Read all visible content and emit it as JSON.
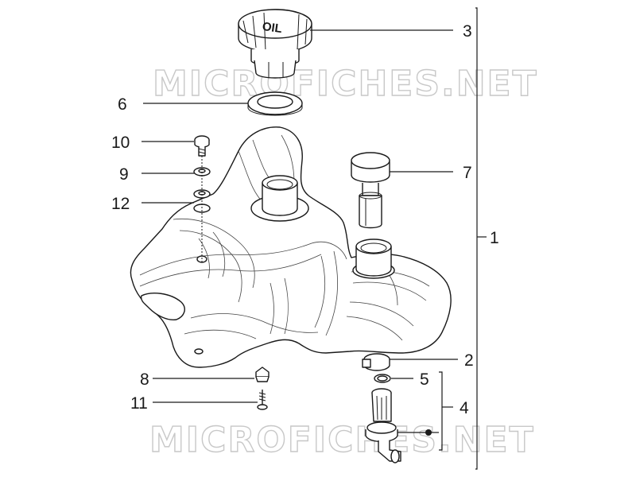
{
  "watermark": "MICROFICHES.NET",
  "cap_text": "OIL",
  "callouts": {
    "c1": "1",
    "c2": "2",
    "c3": "3",
    "c4": "4",
    "c5": "5",
    "c6": "6",
    "c7": "7",
    "c8": "8",
    "c9": "9",
    "c10": "10",
    "c11": "11",
    "c12": "12"
  },
  "colors": {
    "line": "#1a1a1a",
    "watermark": "#c8c8c8",
    "background": "#ffffff"
  }
}
